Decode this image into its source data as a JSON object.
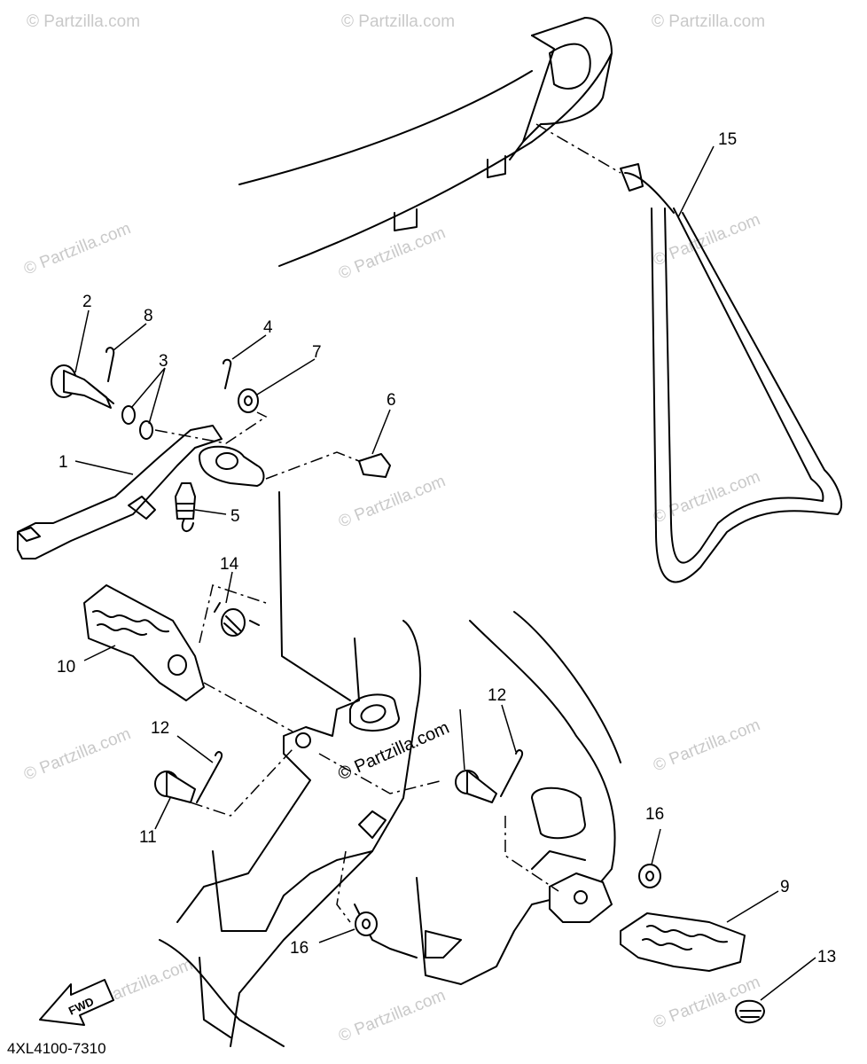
{
  "diagram": {
    "drawing_code": "4XL4100-7310",
    "fwd_label": "FWD",
    "watermark": "© Partzilla.com",
    "callouts": {
      "c1": "1",
      "c2": "2",
      "c3": "3",
      "c4": "4",
      "c5": "5",
      "c6": "6",
      "c7": "7",
      "c8": "8",
      "c9": "9",
      "c10": "10",
      "c11": "11",
      "c12a": "12",
      "c12b": "12",
      "c13": "13",
      "c14": "14",
      "c15": "15",
      "c16a": "16",
      "c16b": "16"
    }
  }
}
